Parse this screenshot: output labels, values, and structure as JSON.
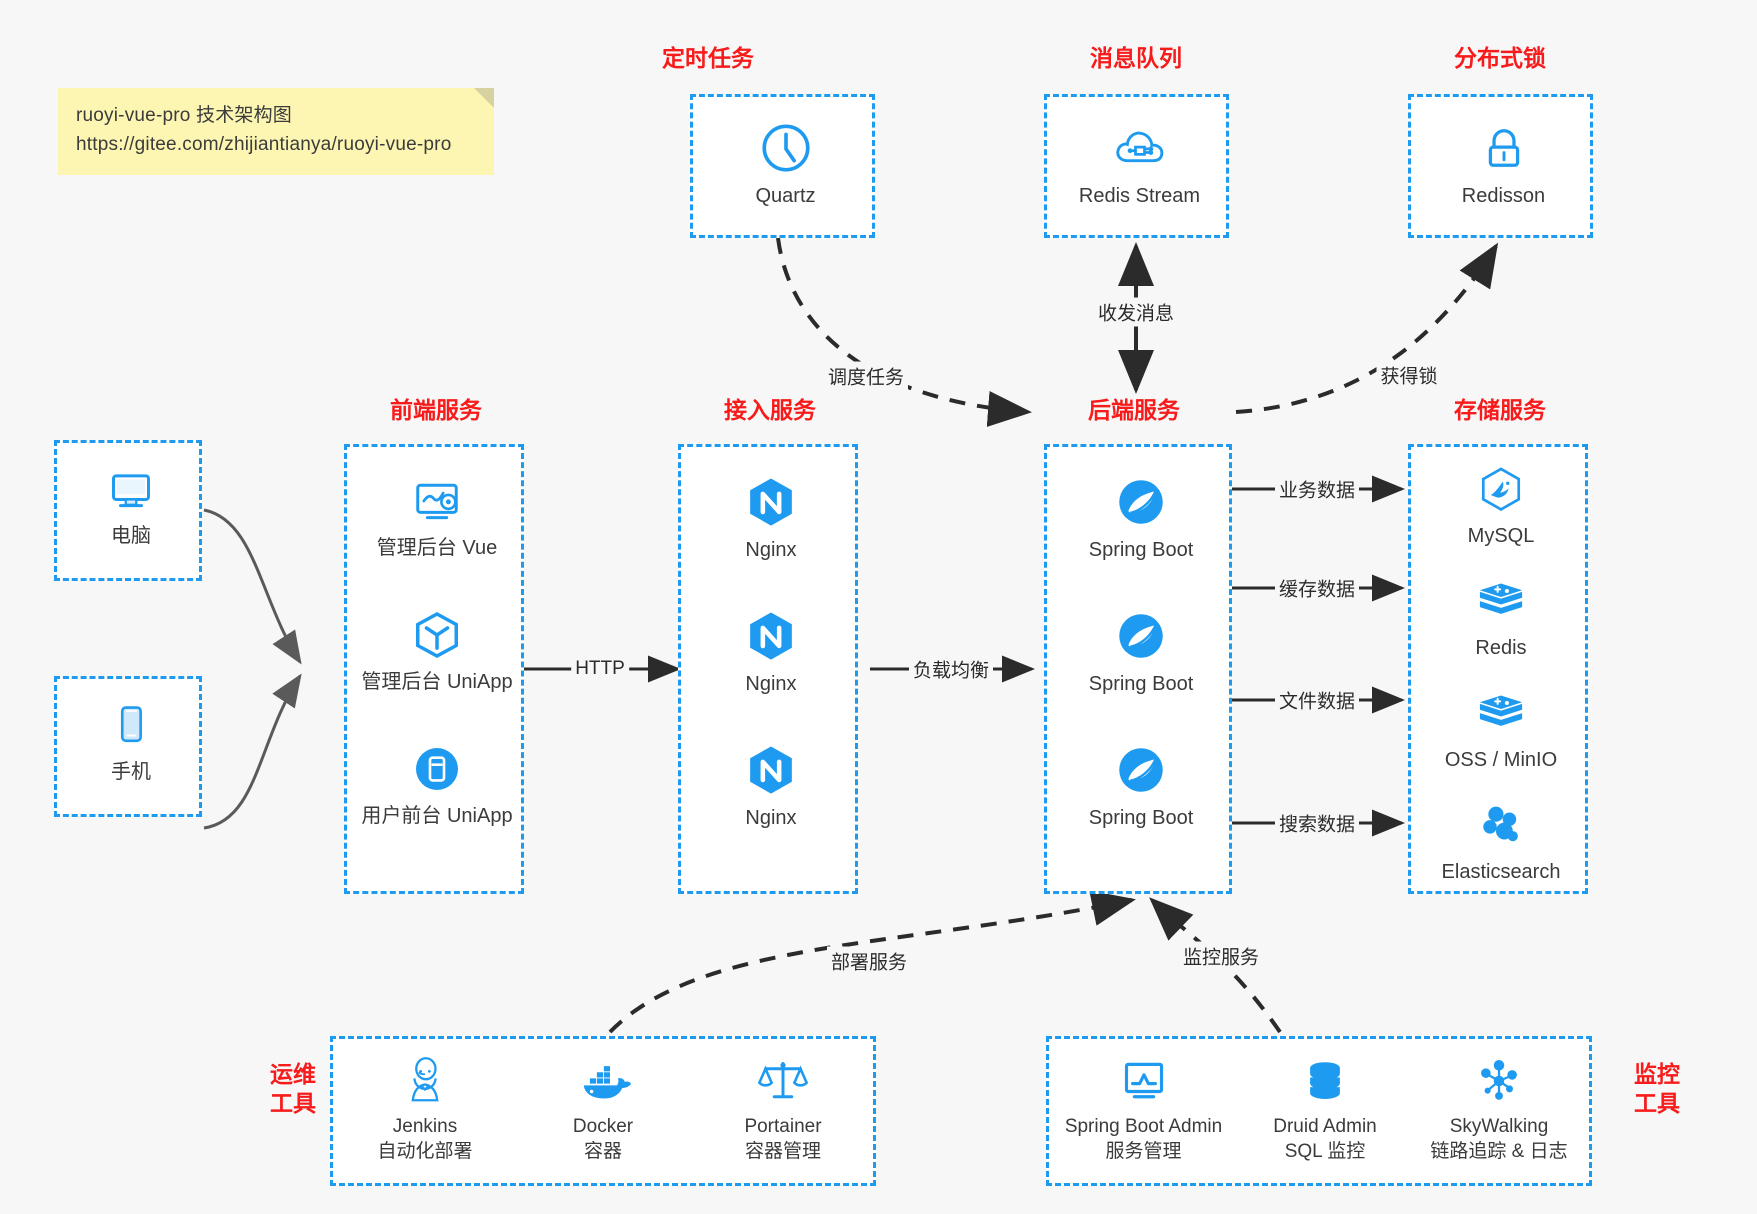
{
  "note": {
    "line1": "ruoyi-vue-pro 技术架构图",
    "line2": "https://gitee.com/zhijiantianya/ruoyi-vue-pro"
  },
  "groups": {
    "scheduled": {
      "title": "定时任务",
      "items": [
        {
          "label": "Quartz",
          "icon": "clock-icon"
        }
      ]
    },
    "mq": {
      "title": "消息队列",
      "items": [
        {
          "label": "Redis Stream",
          "icon": "cloud-network-icon"
        }
      ]
    },
    "lock": {
      "title": "分布式锁",
      "items": [
        {
          "label": "Redisson",
          "icon": "lock-icon"
        }
      ]
    },
    "clients": {
      "items": [
        {
          "label": "电脑",
          "icon": "desktop-icon"
        },
        {
          "label": "手机",
          "icon": "mobile-icon"
        }
      ]
    },
    "frontend": {
      "title": "前端服务",
      "items": [
        {
          "label": "管理后台 Vue",
          "icon": "dashboard-gear-icon"
        },
        {
          "label": "管理后台 UniApp",
          "icon": "cube-icon"
        },
        {
          "label": "用户前台 UniApp",
          "icon": "app-window-icon"
        }
      ]
    },
    "gateway": {
      "title": "接入服务",
      "items": [
        {
          "label": "Nginx",
          "icon": "nginx-icon"
        },
        {
          "label": "Nginx",
          "icon": "nginx-icon"
        },
        {
          "label": "Nginx",
          "icon": "nginx-icon"
        }
      ]
    },
    "backend": {
      "title": "后端服务",
      "items": [
        {
          "label": "Spring Boot",
          "icon": "spring-boot-icon"
        },
        {
          "label": "Spring Boot",
          "icon": "spring-boot-icon"
        },
        {
          "label": "Spring Boot",
          "icon": "spring-boot-icon"
        }
      ]
    },
    "storage": {
      "title": "存储服务",
      "items": [
        {
          "label": "MySQL",
          "icon": "mysql-icon"
        },
        {
          "label": "Redis",
          "icon": "redis-icon"
        },
        {
          "label": "OSS / MinIO",
          "icon": "oss-icon"
        },
        {
          "label": "Elasticsearch",
          "icon": "elasticsearch-icon"
        }
      ]
    },
    "devops": {
      "title": "运维\n工具",
      "items": [
        {
          "label": "Jenkins",
          "sub": "自动化部署",
          "icon": "jenkins-icon"
        },
        {
          "label": "Docker",
          "sub": "容器",
          "icon": "docker-icon"
        },
        {
          "label": "Portainer",
          "sub": "容器管理",
          "icon": "scales-icon"
        }
      ]
    },
    "monitor": {
      "title": "监控\n工具",
      "items": [
        {
          "label": "Spring Boot Admin",
          "sub": "服务管理",
          "icon": "monitor-chart-icon"
        },
        {
          "label": "Druid Admin",
          "sub": "SQL 监控",
          "icon": "database-icon"
        },
        {
          "label": "SkyWalking",
          "sub": "链路追踪 & 日志",
          "icon": "skywalking-icon"
        }
      ]
    }
  },
  "edges": {
    "schedule_task": "调度任务",
    "send_receive_msg": "收发消息",
    "acquire_lock": "获得锁",
    "http": "HTTP",
    "load_balance": "负载均衡",
    "business_data": "业务数据",
    "cache_data": "缓存数据",
    "file_data": "文件数据",
    "search_data": "搜索数据",
    "deploy_service": "部署服务",
    "monitor_service": "监控服务"
  },
  "colors": {
    "accent": "#1e9bf0",
    "title_red": "#f71b1b",
    "note_bg": "#fdf6b2",
    "text": "#3b3b3b",
    "edge": "#2b2b2b",
    "client_edge": "#5a5a5a"
  }
}
